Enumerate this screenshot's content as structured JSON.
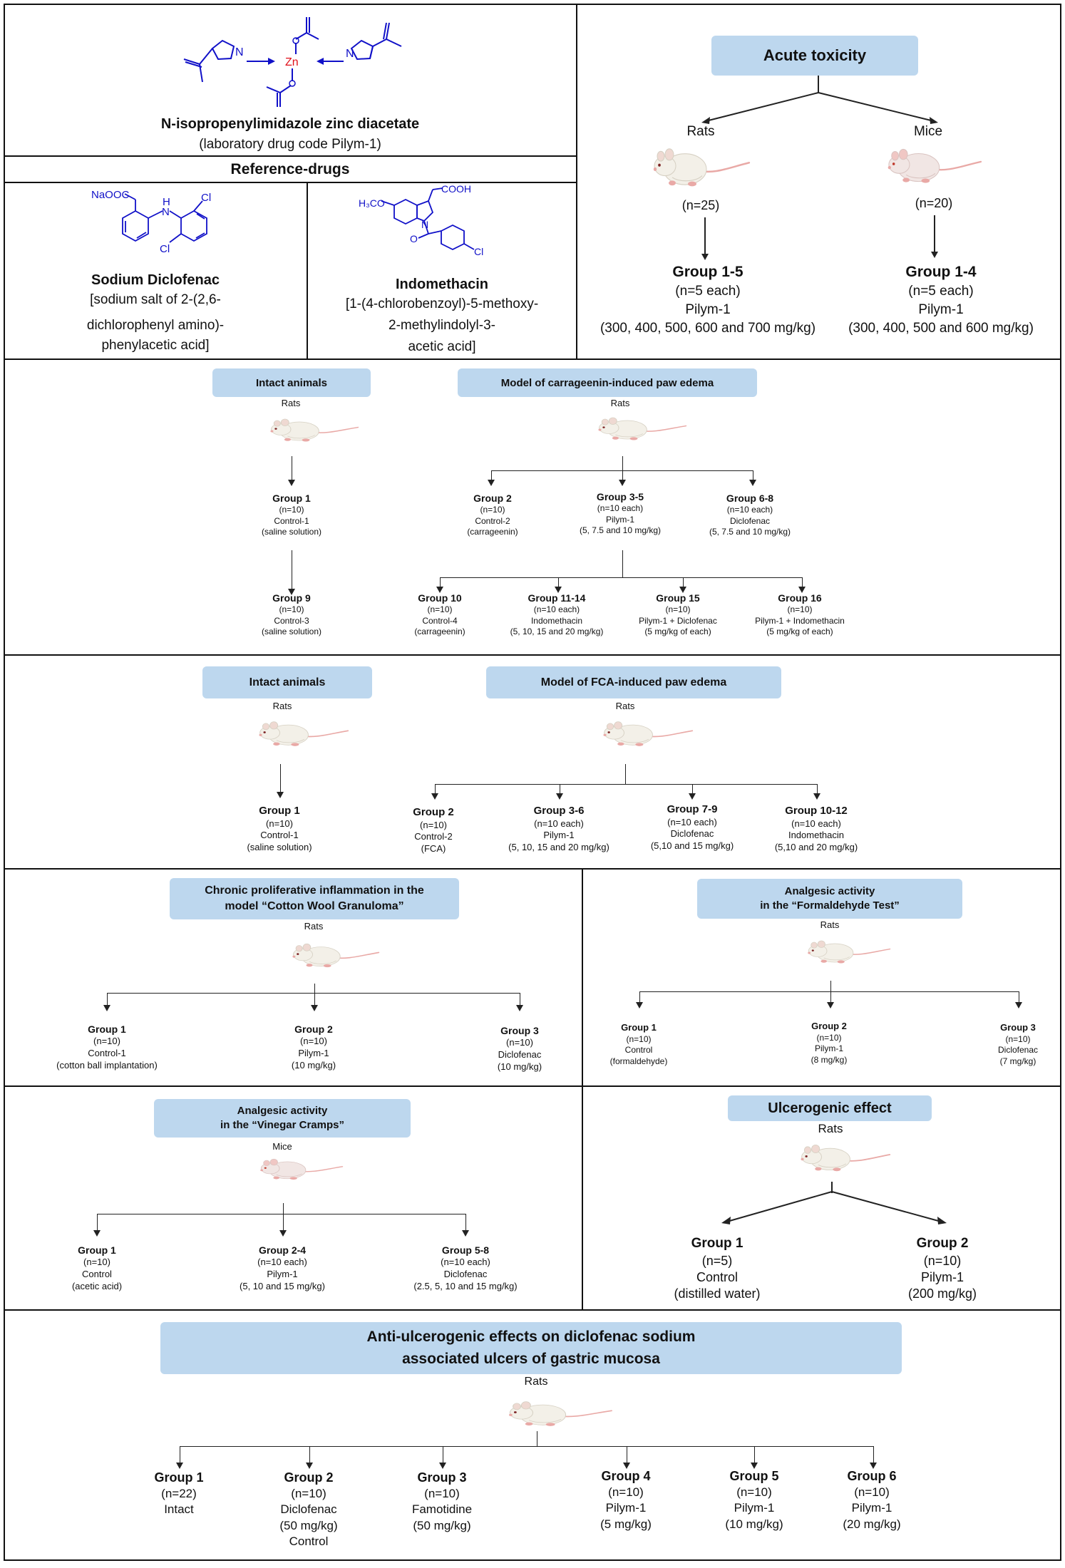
{
  "compound": {
    "name": "N-isopropenylimidazole zinc diacetate",
    "code": "(laboratory drug code Pilym-1)",
    "zn": "Zn",
    "atoms_n": "N"
  },
  "reference": {
    "title": "Reference-drugs",
    "diclofenac": {
      "name": "Sodium Diclofenac",
      "desc": [
        "[sodium salt of 2-(2,6-",
        "dichlorophenyl amino)-",
        "phenylacetic acid]"
      ],
      "labels": {
        "naooc": "NaOOC",
        "nh": "H",
        "n": "N",
        "cl1": "Cl",
        "cl2": "Cl"
      }
    },
    "indomethacin": {
      "name": "Indomethacin",
      "desc": [
        "[1-(4-chlorobenzoyl)-5-methoxy-",
        "2-methylindolyl-3-",
        "acetic acid]"
      ],
      "labels": {
        "cooh": "COOH",
        "h3co": "H₃CO",
        "n": "N",
        "o": "O",
        "cl": "Cl"
      }
    }
  },
  "acute": {
    "title": "Acute toxicity",
    "rats": {
      "label": "Rats",
      "n": "(n=25)",
      "group": "Group 1-5",
      "each": "(n=5 each)",
      "drug": "Pilym-1",
      "doses": "(300, 400, 500, 600 and 700 mg/kg)"
    },
    "mice": {
      "label": "Mice",
      "n": "(n=20)",
      "group": "Group 1-4",
      "each": "(n=5 each)",
      "drug": "Pilym-1",
      "doses": "(300, 400, 500 and 600 mg/kg)"
    }
  },
  "carrageenin": {
    "intact_title": "Intact animals",
    "model_title": "Model of carrageenin-induced paw edema",
    "rats1": "Rats",
    "rats2": "Rats",
    "groups": [
      {
        "g": "Group 1",
        "n": "(n=10)",
        "d": "Control-1",
        "e": "(saline solution)"
      },
      {
        "g": "Group 9",
        "n": "(n=10)",
        "d": "Control-3",
        "e": "(saline solution)"
      },
      {
        "g": "Group 2",
        "n": "(n=10)",
        "d": "Control-2",
        "e": "(carrageenin)"
      },
      {
        "g": "Group 3-5",
        "n": "(n=10 each)",
        "d": "Pilym-1",
        "e": "(5, 7.5 and 10 mg/kg)"
      },
      {
        "g": "Group 6-8",
        "n": "(n=10 each)",
        "d": "Diclofenac",
        "e": "(5, 7.5 and 10 mg/kg)"
      },
      {
        "g": "Group 10",
        "n": "(n=10)",
        "d": "Control-4",
        "e": "(carrageenin)"
      },
      {
        "g": "Group 11-14",
        "n": "(n=10 each)",
        "d": "Indomethacin",
        "e": "(5, 10, 15 and 20 mg/kg)"
      },
      {
        "g": "Group 15",
        "n": "(n=10)",
        "d": "Pilym-1 + Diclofenac",
        "e": "(5 mg/kg of each)"
      },
      {
        "g": "Group 16",
        "n": "(n=10)",
        "d": "Pilym-1 + Indomethacin",
        "e": "(5 mg/kg of each)"
      }
    ]
  },
  "fca": {
    "intact_title": "Intact animals",
    "model_title": "Model of FCA-induced paw edema",
    "rats1": "Rats",
    "rats2": "Rats",
    "groups": [
      {
        "g": "Group 1",
        "n": "(n=10)",
        "d": "Control-1",
        "e": "(saline solution)"
      },
      {
        "g": "Group 2",
        "n": "(n=10)",
        "d": "Control-2",
        "e": "(FCA)"
      },
      {
        "g": "Group 3-6",
        "n": "(n=10 each)",
        "d": "Pilym-1",
        "e": "(5, 10, 15 and 20 mg/kg)"
      },
      {
        "g": "Group 7-9",
        "n": "(n=10 each)",
        "d": "Diclofenac",
        "e": "(5,10 and 15 mg/kg)"
      },
      {
        "g": "Group 10-12",
        "n": "(n=10 each)",
        "d": "Indomethacin",
        "e": "(5,10 and 20 mg/kg)"
      }
    ]
  },
  "cotton": {
    "title_l1": "Chronic proliferative inflammation in the",
    "title_l2": "model “Cotton Wool Granuloma”",
    "rats": "Rats",
    "groups": [
      {
        "g": "Group 1",
        "n": "(n=10)",
        "d": "Control-1",
        "e": "(cotton ball implantation)"
      },
      {
        "g": "Group 2",
        "n": "(n=10)",
        "d": "Pilym-1",
        "e": "(10 mg/kg)"
      },
      {
        "g": "Group 3",
        "n": "(n=10)",
        "d": "Diclofenac",
        "e": "(10 mg/kg)"
      }
    ]
  },
  "formaldehyde": {
    "title_l1": "Analgesic activity",
    "title_l2": "in the “Formaldehyde Test”",
    "rats": "Rats",
    "groups": [
      {
        "g": "Group 1",
        "n": "(n=10)",
        "d": "Control",
        "e": "(formaldehyde)"
      },
      {
        "g": "Group 2",
        "n": "(n=10)",
        "d": "Pilym-1",
        "e": "(8 mg/kg)"
      },
      {
        "g": "Group 3",
        "n": "(n=10)",
        "d": "Diclofenac",
        "e": "(7 mg/kg)"
      }
    ]
  },
  "vinegar": {
    "title_l1": "Analgesic activity",
    "title_l2": "in the “Vinegar Cramps”",
    "mice": "Mice",
    "groups": [
      {
        "g": "Group 1",
        "n": "(n=10)",
        "d": "Control",
        "e": "(acetic acid)"
      },
      {
        "g": "Group 2-4",
        "n": "(n=10 each)",
        "d": "Pilym-1",
        "e": "(5, 10 and 15 mg/kg)"
      },
      {
        "g": "Group 5-8",
        "n": "(n=10 each)",
        "d": "Diclofenac",
        "e": "(2.5, 5, 10 and 15 mg/kg)"
      }
    ]
  },
  "ulcero": {
    "title": "Ulcerogenic effect",
    "rats": "Rats",
    "groups": [
      {
        "g": "Group 1",
        "n": "(n=5)",
        "d": "Control",
        "e": "(distilled water)"
      },
      {
        "g": "Group 2",
        "n": "(n=10)",
        "d": "Pilym-1",
        "e": "(200 mg/kg)"
      }
    ]
  },
  "anti": {
    "title_l1": "Anti-ulcerogenic effects on diclofenac sodium",
    "title_l2": "associated ulcers of gastric mucosa",
    "rats": "Rats",
    "groups": [
      {
        "g": "Group 1",
        "n": "(n=22)",
        "d": "Intact",
        "e": "",
        "f": ""
      },
      {
        "g": "Group 2",
        "n": "(n=10)",
        "d": "Diclofenac",
        "e": "(50 mg/kg)",
        "f": "Control"
      },
      {
        "g": "Group 3",
        "n": "(n=10)",
        "d": "Famotidine",
        "e": "(50 mg/kg)",
        "f": ""
      },
      {
        "g": "Group 4",
        "n": "(n=10)",
        "d": "Pilym-1",
        "e": "(5 mg/kg)",
        "f": ""
      },
      {
        "g": "Group 5",
        "n": "(n=10)",
        "d": "Pilym-1",
        "e": "(10 mg/kg)",
        "f": ""
      },
      {
        "g": "Group 6",
        "n": "(n=10)",
        "d": "Pilym-1",
        "e": "(20 mg/kg)",
        "f": ""
      }
    ]
  }
}
